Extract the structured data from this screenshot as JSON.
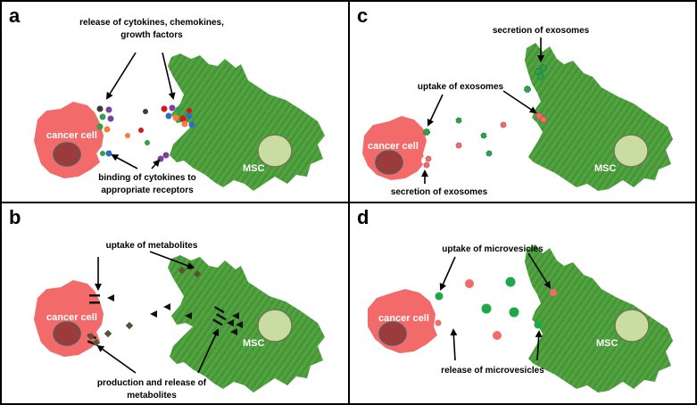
{
  "panels": {
    "a": {
      "letter": "a",
      "label_release_1": "release of cytokines, chemokines,",
      "label_release_2": "growth factors",
      "label_binding_1": "binding of cytokines to",
      "label_binding_2": "appropriate receptors",
      "cancer_cell": "cancer cell",
      "msc": "MSC"
    },
    "b": {
      "letter": "b",
      "label_uptake": "uptake of metabolites",
      "label_production_1": "production and release of",
      "label_production_2": "metabolites",
      "cancer_cell": "cancer cell",
      "msc": "MSC"
    },
    "c": {
      "letter": "c",
      "label_secretion_top": "secretion of exosomes",
      "label_uptake": "uptake of exosomes",
      "label_secretion_bottom": "secretion of exosomes",
      "cancer_cell": "cancer cell",
      "msc": "MSC"
    },
    "d": {
      "letter": "d",
      "label_uptake": "uptake of microvesicles",
      "label_release": "release of microvesicles",
      "cancer_cell": "cancer cell",
      "msc": "MSC"
    }
  },
  "colors": {
    "cancer_cell": "#f26a6a",
    "nucleus_cancer": "#9b3b3b",
    "msc": "#4a9a3a",
    "nucleus_msc": "#c9dca2"
  }
}
